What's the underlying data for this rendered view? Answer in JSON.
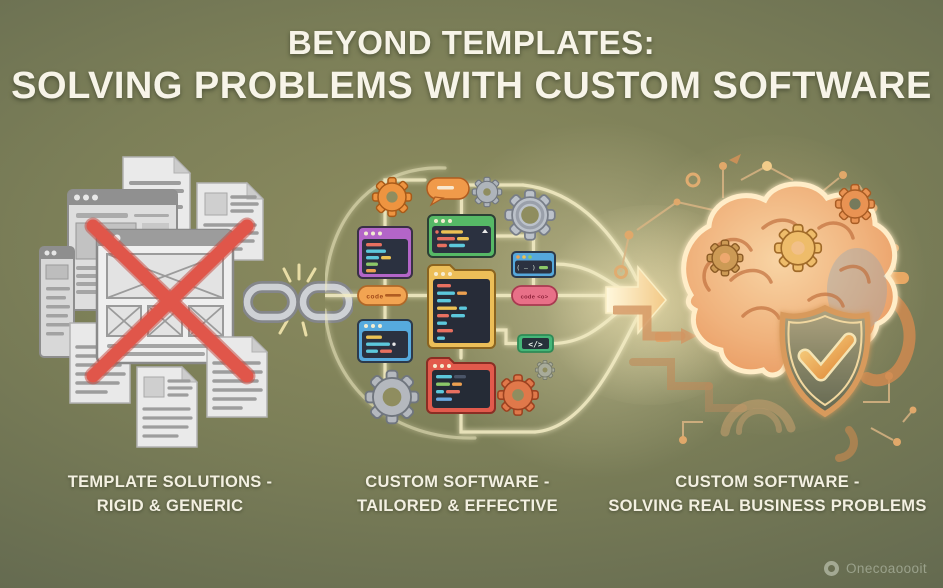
{
  "title": {
    "line1": "BEYOND TEMPLATES:",
    "line2": "SOLVING PROBLEMS WITH CUSTOM SOFTWARE"
  },
  "sections": {
    "templates": {
      "caption_line1": "TEMPLATE SOLUTIONS -",
      "caption_line2": "RIGID & GENERIC"
    },
    "custom_software": {
      "caption_line1": "CUSTOM SOFTWARE -",
      "caption_line2": "TAILORED & EFFECTIVE"
    },
    "outcome": {
      "caption_line1": "CUSTOM SOFTWARE -",
      "caption_line2": "SOLVING REAL BUSINESS PROBLEMS"
    }
  },
  "code_labels": {
    "pill_left": "code",
    "pill_right": "code <o>",
    "chip_markup": "</>",
    "chip_paren": "( — )"
  },
  "watermark": {
    "text": "Onecoaoooit"
  },
  "colors": {
    "background_center": "#8e8d60",
    "background_edge": "#4b5244",
    "glow": "#f6ecc0",
    "red_x": "#e0564a",
    "title_text": "#f7f4e8",
    "caption_text": "#f3f0e1",
    "brain_orange": "#eda36c",
    "shield_gold": "#e8b96a",
    "chain_silver": "#cdd0d4"
  }
}
